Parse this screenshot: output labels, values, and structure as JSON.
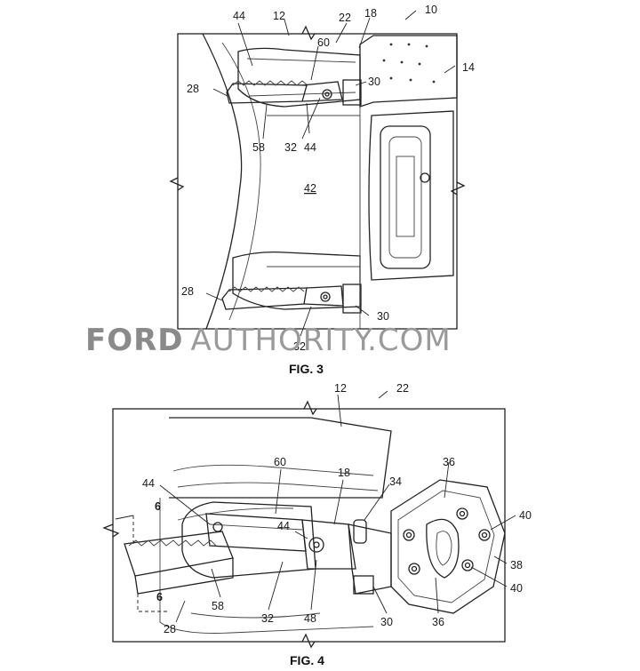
{
  "figures": [
    {
      "caption": "FIG. 3",
      "labels": [
        "10",
        "12",
        "14",
        "18",
        "22",
        "28",
        "28",
        "30",
        "30",
        "32",
        "32",
        "42",
        "44",
        "44",
        "58",
        "60"
      ]
    },
    {
      "caption": "FIG. 4",
      "labels": [
        "12",
        "18",
        "22",
        "28",
        "30",
        "32",
        "34",
        "36",
        "36",
        "38",
        "40",
        "40",
        "44",
        "44",
        "48",
        "58",
        "60",
        "6",
        "6"
      ]
    }
  ],
  "watermark": {
    "brand": "FORD",
    "rest": "AUTHORITY.COM"
  },
  "colors": {
    "line": "#222222",
    "watermark": "#9a9a9a",
    "background": "#ffffff"
  }
}
